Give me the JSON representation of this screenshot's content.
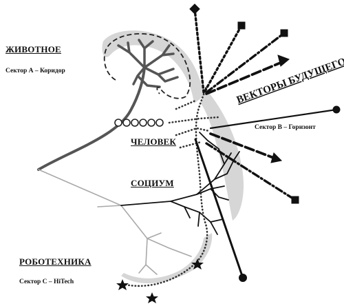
{
  "labels": {
    "animal": "ЖИВОТНОЕ",
    "sector_a": "Сектор А – Коридор",
    "human": "ЧЕЛОВЕК",
    "society": "СОЦИУМ",
    "robotics": "РОБОТЕХНИКА",
    "sector_c": "Сектор С – HiTech",
    "sector_b": "Сектор В – Горизонт",
    "future_vectors": "ВЕКТОРЫ БУДУЩЕГО"
  },
  "colors": {
    "background": "#ffffff",
    "ink": "#111111",
    "zone_shadow": "#d4d4d4",
    "trunk": "#555555",
    "thin_branch": "#a8a8a8"
  },
  "icons": [
    "star-icon",
    "diamond-marker-icon",
    "square-marker-icon",
    "dot-marker-icon",
    "arrowhead-icon"
  ]
}
